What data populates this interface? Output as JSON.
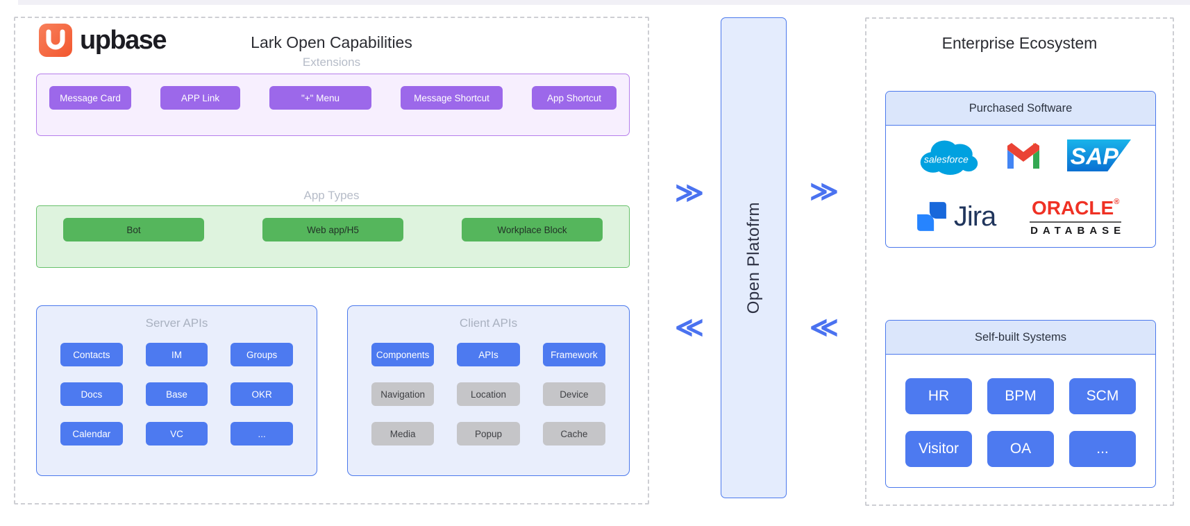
{
  "left_panel": {
    "brand": "upbase",
    "title": "Lark Open Capabilities",
    "extensions": {
      "label": "Extensions",
      "items": [
        "Message Card",
        "APP Link",
        "\"+\" Menu",
        "Message Shortcut",
        "App Shortcut"
      ]
    },
    "app_types": {
      "label": "App Types",
      "items": [
        "Bot",
        "Web app/H5",
        "Workplace Block"
      ]
    },
    "server_apis": {
      "label": "Server APIs",
      "items": [
        "Contacts",
        "IM",
        "Groups",
        "Docs",
        "Base",
        "OKR",
        "Calendar",
        "VC",
        "..."
      ]
    },
    "client_apis": {
      "label": "Client APIs",
      "primary": [
        "Components",
        "APIs",
        "Framework"
      ],
      "secondary": [
        "Navigation",
        "Location",
        "Device",
        "Media",
        "Popup",
        "Cache"
      ]
    }
  },
  "platform": {
    "label": "Open Platofrm"
  },
  "icons": {
    "arrows_right": "≫",
    "arrows_left": "≪"
  },
  "right_panel": {
    "title": "Enterprise Ecosystem",
    "purchased": {
      "label": "Purchased Software",
      "salesforce": "salesforce",
      "sap": "SAP",
      "jira": "Jira",
      "oracle": "ORACLE",
      "oracle_reg": "®",
      "oracle_sub": "DATABASE"
    },
    "self_built": {
      "label": "Self-built Systems",
      "items": [
        "HR",
        "BPM",
        "SCM",
        "Visitor",
        "OA",
        "..."
      ]
    }
  },
  "colors": {
    "accent_blue": "#4a78ec",
    "chip_blue": "#4d7af0",
    "chip_purple": "#9c68ea",
    "chip_green": "#55b65c",
    "brand_orange": "#f2572f",
    "salesforce_blue": "#00A1E0",
    "oracle_red": "#ef3124",
    "gmail_red": "#EA4335",
    "gmail_blue": "#4285F4",
    "gmail_yellow": "#FBBC04",
    "gmail_green": "#34A853"
  }
}
